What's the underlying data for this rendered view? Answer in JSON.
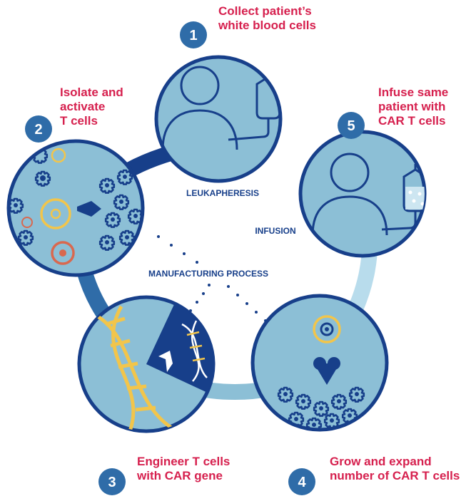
{
  "steps": [
    {
      "number": "1",
      "title": [
        "Collect patient’s",
        "white blood cells"
      ]
    },
    {
      "number": "2",
      "title": [
        "Isolate and",
        "activate",
        "T cells"
      ]
    },
    {
      "number": "3",
      "title": [
        "Engineer T cells",
        "with CAR gene"
      ]
    },
    {
      "number": "4",
      "title": [
        "Grow and expand",
        "number of CAR T cells"
      ]
    },
    {
      "number": "5",
      "title": [
        "Infuse same",
        "patient with",
        "CAR T cells"
      ]
    }
  ],
  "labels": {
    "leukapheresis": "LEUKAPHERESIS",
    "infusion": "INFUSION",
    "manufacturing": "MANUFACTURING PROCESS"
  },
  "colors": {
    "title": "#d6204e",
    "circle_fill": "#8cbfd6",
    "circle_stroke": "#173f8a",
    "dark_navy": "#173f8a",
    "badge": "#2f6ca8",
    "ring": "#8cbfd6",
    "ring_light": "#b8dcec",
    "gold": "#f2c54b",
    "orange": "#d9684f"
  },
  "icons": [
    "person-icon",
    "iv-bag-icon",
    "t-cell-icon",
    "activated-cell-icon",
    "dna-icon",
    "arrow-icon",
    "heart-arrow-icon"
  ]
}
